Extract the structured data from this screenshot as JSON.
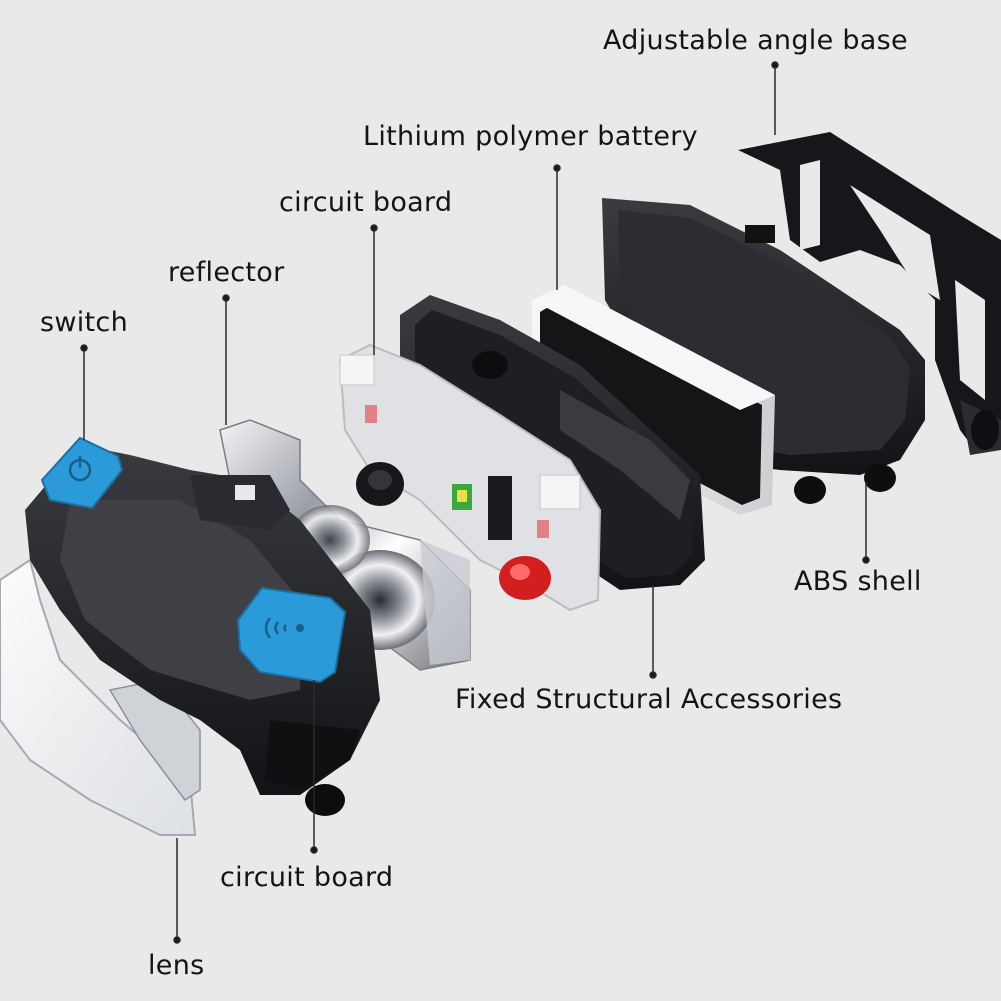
{
  "labels": {
    "adjustable_angle_base": "Adjustable angle base",
    "lithium_polymer_battery": "Lithium polymer battery",
    "circuit_board_top": "circuit board",
    "reflector": "reflector",
    "switch": "switch",
    "abs_shell": "ABS shell",
    "fixed_structural_accessories": "Fixed Structural Accessories",
    "circuit_board_bottom": "circuit board",
    "lens": "lens"
  },
  "colors": {
    "background": "#e9e9ea",
    "housing_black": "#1b1c1f",
    "button_blue": "#2b9ad8",
    "led_red": "#d21e1e",
    "led_green": "#3aa83a",
    "battery_silver": "#e6e6e8",
    "chrome": "#b9bcc2"
  },
  "icons": {
    "switch_button": "power-icon",
    "sensor_button": "wave-sensor-icon"
  }
}
